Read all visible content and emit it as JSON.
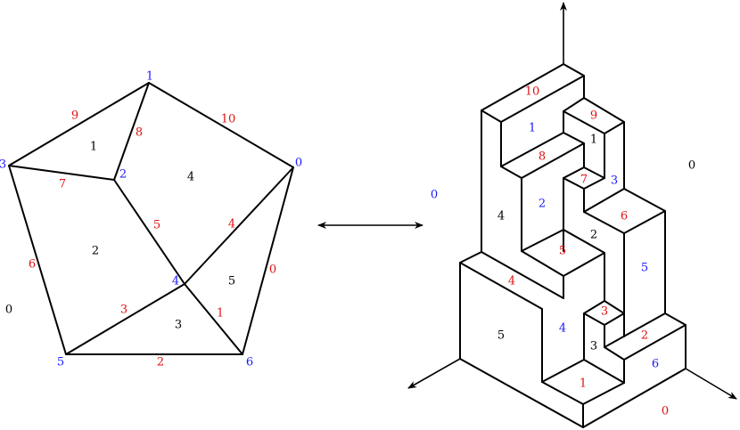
{
  "colors": {
    "vertex": "#1a1aff",
    "edge": "#e01010",
    "face": "#000000",
    "line": "#000000"
  },
  "graph": {
    "vertices": [
      {
        "id": "v0",
        "label": "0"
      },
      {
        "id": "v1",
        "label": "1"
      },
      {
        "id": "v2",
        "label": "2"
      },
      {
        "id": "v3",
        "label": "3"
      },
      {
        "id": "v4",
        "label": "4"
      },
      {
        "id": "v5",
        "label": "5"
      },
      {
        "id": "v6",
        "label": "6"
      }
    ],
    "edges": [
      {
        "id": "e1",
        "label": "1",
        "from": "v4",
        "to": "v6"
      },
      {
        "id": "e2",
        "label": "2",
        "from": "v5",
        "to": "v6"
      },
      {
        "id": "e3",
        "label": "3",
        "from": "v5",
        "to": "v4"
      },
      {
        "id": "e4",
        "label": "4",
        "from": "v4",
        "to": "v0"
      },
      {
        "id": "e5",
        "label": "5",
        "from": "v2",
        "to": "v4"
      },
      {
        "id": "e6",
        "label": "6",
        "from": "v3",
        "to": "v5"
      },
      {
        "id": "e7",
        "label": "7",
        "from": "v3",
        "to": "v2"
      },
      {
        "id": "e8",
        "label": "8",
        "from": "v2",
        "to": "v1"
      },
      {
        "id": "e9",
        "label": "9",
        "from": "v3",
        "to": "v1"
      },
      {
        "id": "e10",
        "label": "10",
        "from": "v1",
        "to": "v0"
      },
      {
        "id": "e0",
        "label": "0",
        "from": "v0",
        "to": "v6"
      }
    ],
    "faces": [
      {
        "id": "f0",
        "label": "0"
      },
      {
        "id": "f1",
        "label": "1"
      },
      {
        "id": "f2",
        "label": "2"
      },
      {
        "id": "f3",
        "label": "3"
      },
      {
        "id": "f4",
        "label": "4"
      },
      {
        "id": "f5",
        "label": "5"
      }
    ]
  },
  "stack": {
    "labels": [
      {
        "id": "s-e10",
        "text": "10",
        "kind": "edge"
      },
      {
        "id": "s-e9",
        "text": "9",
        "kind": "edge"
      },
      {
        "id": "s-v1",
        "text": "1",
        "kind": "vertex"
      },
      {
        "id": "s-f1",
        "text": "1",
        "kind": "face"
      },
      {
        "id": "s-e8",
        "text": "8",
        "kind": "edge"
      },
      {
        "id": "s-e7",
        "text": "7",
        "kind": "edge"
      },
      {
        "id": "s-v3",
        "text": "3",
        "kind": "vertex"
      },
      {
        "id": "s-f0",
        "text": "0",
        "kind": "face"
      },
      {
        "id": "s-v0",
        "text": "0",
        "kind": "vertex"
      },
      {
        "id": "s-f4",
        "text": "4",
        "kind": "face"
      },
      {
        "id": "s-v2",
        "text": "2",
        "kind": "vertex"
      },
      {
        "id": "s-e6",
        "text": "6",
        "kind": "edge"
      },
      {
        "id": "s-f2",
        "text": "2",
        "kind": "face"
      },
      {
        "id": "s-e5",
        "text": "5",
        "kind": "edge"
      },
      {
        "id": "s-v5",
        "text": "5",
        "kind": "vertex"
      },
      {
        "id": "s-e4",
        "text": "4",
        "kind": "edge"
      },
      {
        "id": "s-f5",
        "text": "5",
        "kind": "face"
      },
      {
        "id": "s-v4",
        "text": "4",
        "kind": "vertex"
      },
      {
        "id": "s-e3",
        "text": "3",
        "kind": "edge"
      },
      {
        "id": "s-e2",
        "text": "2",
        "kind": "edge"
      },
      {
        "id": "s-f3",
        "text": "3",
        "kind": "face"
      },
      {
        "id": "s-v6",
        "text": "6",
        "kind": "vertex"
      },
      {
        "id": "s-e1",
        "text": "1",
        "kind": "edge"
      },
      {
        "id": "s-e0",
        "text": "0",
        "kind": "edge"
      }
    ]
  }
}
